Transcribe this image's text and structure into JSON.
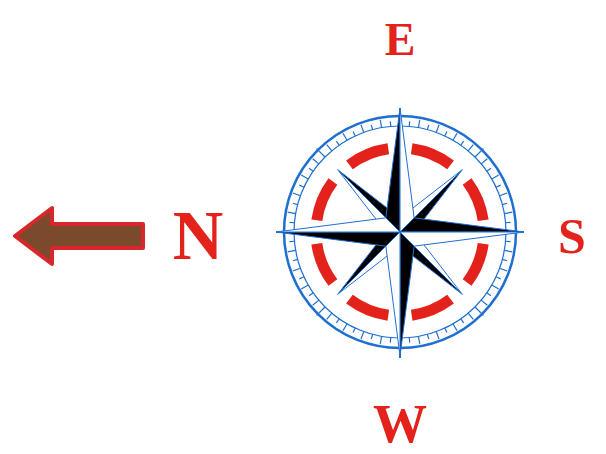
{
  "diagram": {
    "labels": [
      "E",
      "N",
      "S",
      "W"
    ]
  }
}
